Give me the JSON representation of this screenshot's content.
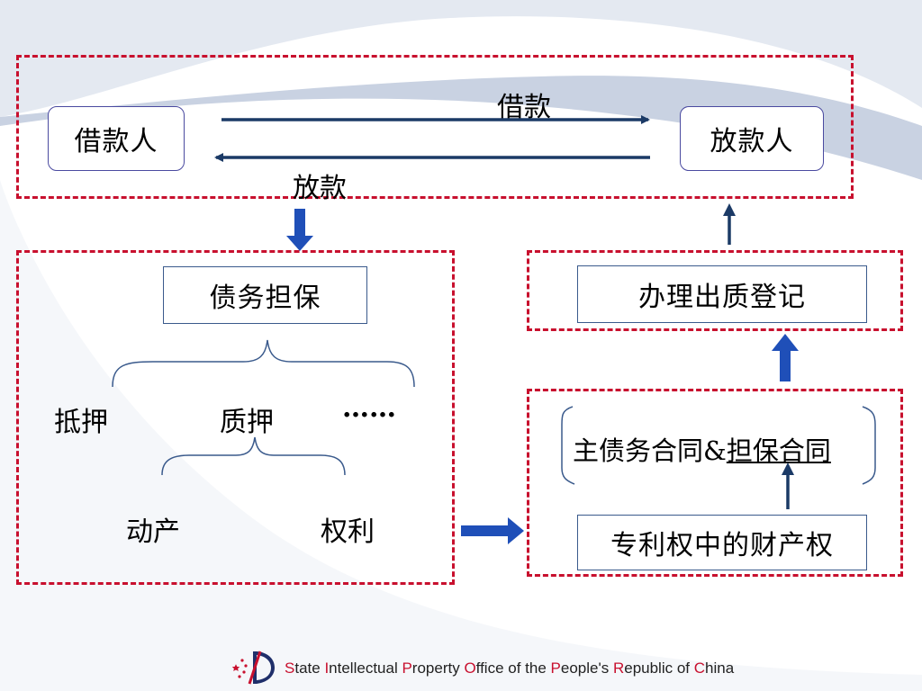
{
  "top": {
    "borrower": "借款人",
    "lender": "放款人",
    "arrow_borrow": "借款",
    "arrow_lend": "放款"
  },
  "left": {
    "guarantee": "债务担保",
    "mortgage": "抵押",
    "pledge": "质押",
    "ellipsis": "……",
    "movable": "动产",
    "rights": "权利"
  },
  "right": {
    "registration": "办理出质登记",
    "contract_prefix": "主债务合同&",
    "contract_underlined": "担保合同",
    "patent_property": "专利权中的财产权"
  },
  "footer": {
    "parts": [
      {
        "initial": "S",
        "rest": "tate "
      },
      {
        "initial": "I",
        "rest": "ntellectual "
      },
      {
        "initial": "P",
        "rest": "roperty "
      },
      {
        "initial": "O",
        "rest": "ffice of the "
      },
      {
        "initial": "P",
        "rest": "eople's "
      },
      {
        "initial": "R",
        "rest": "epublic of "
      },
      {
        "initial": "C",
        "rest": "hina"
      }
    ]
  },
  "colors": {
    "dash_border": "#c8102e",
    "arrow_blue": "#1f4fb8",
    "arrow_navy": "#1b3a66",
    "swoosh": "#dde3ee"
  }
}
